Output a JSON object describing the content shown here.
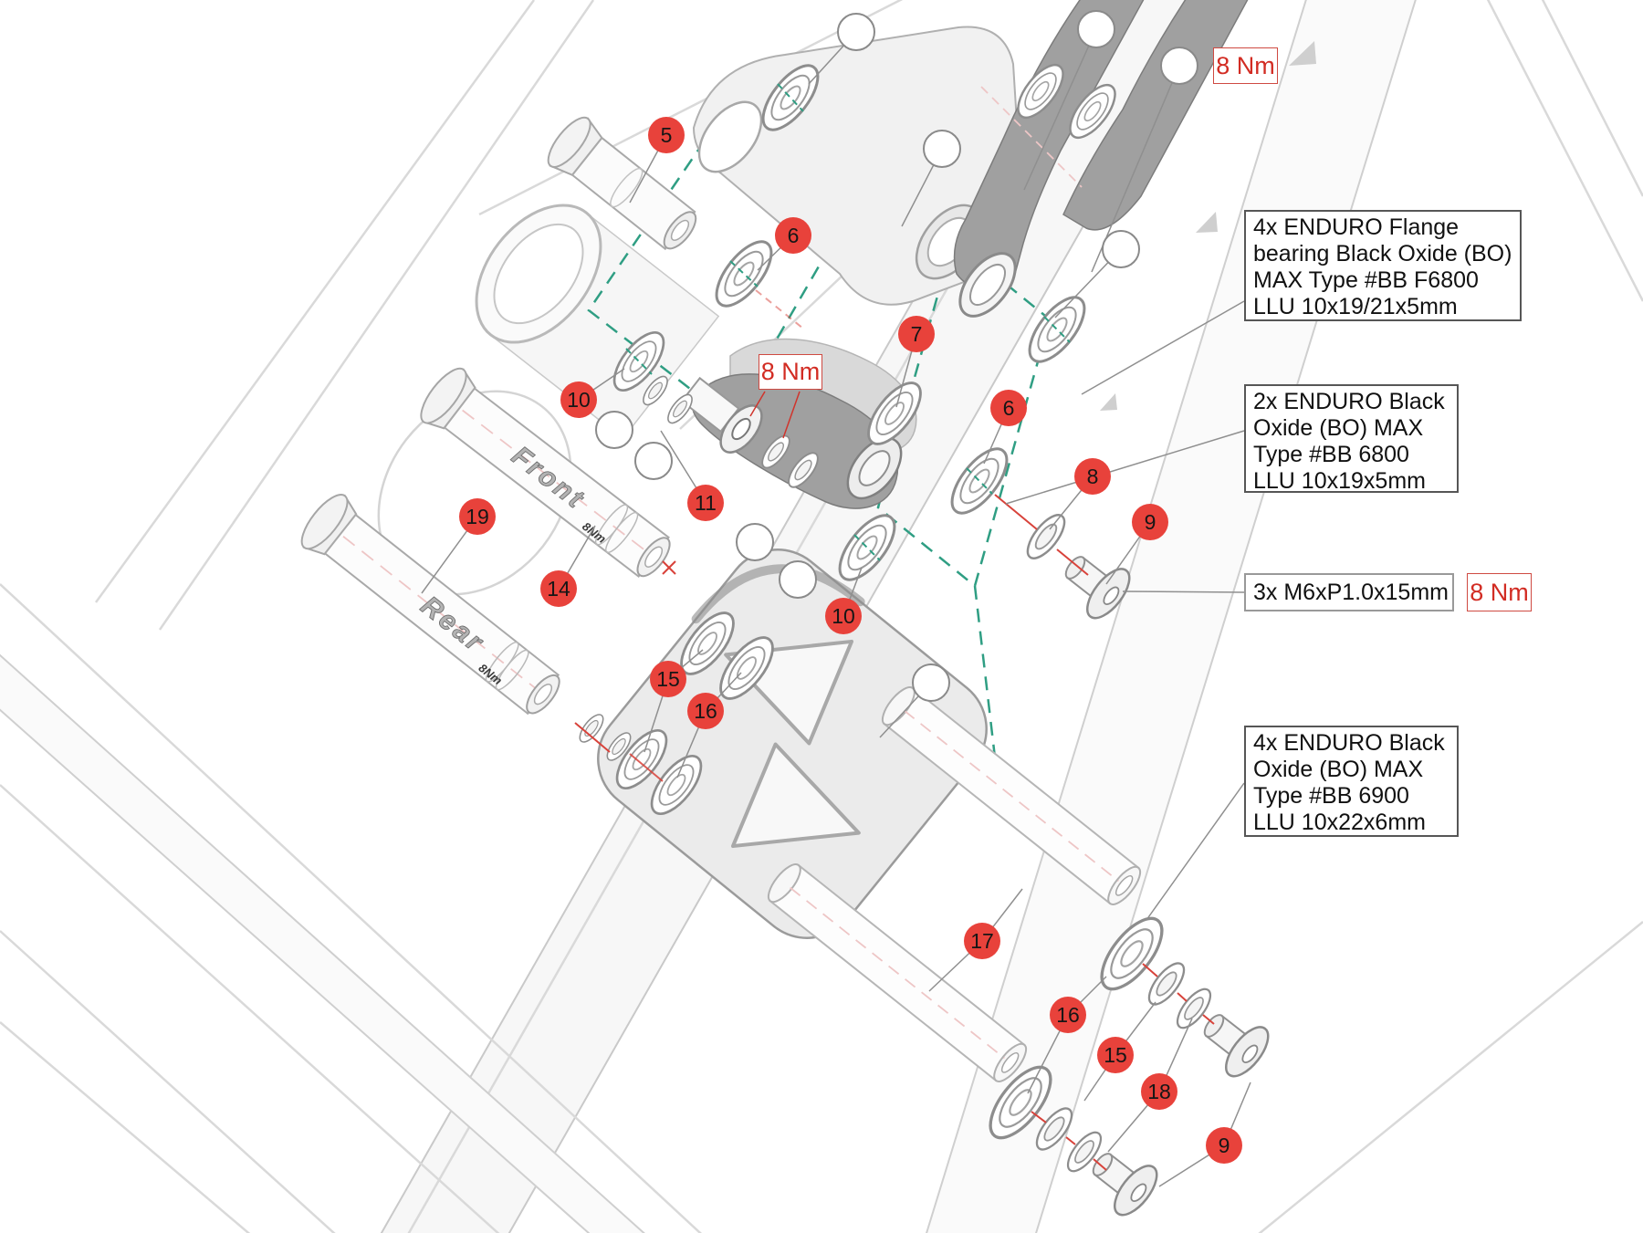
{
  "figure": {
    "type": "exploded-parts-diagram",
    "colors": {
      "callout_red": "#E8423B",
      "torque_red": "#D22C23",
      "teal_dash": "#2F9E83",
      "leader_gray": "#8F8F8F"
    }
  },
  "torque": {
    "top_right": "8 Nm",
    "center": "8 Nm",
    "screws": "8 Nm"
  },
  "notes": {
    "flange": {
      "l1": "4x ENDURO Flange",
      "l2": "bearing Black Oxide (BO)",
      "l3": "MAX Type #BB F6800",
      "l4": "LLU 10x19/21x5mm"
    },
    "bb6800": {
      "l1": "2x ENDURO Black",
      "l2": "Oxide (BO) MAX",
      "l3": "Type #BB 6800",
      "l4": "LLU 10x19x5mm"
    },
    "screw": {
      "l1": "3x M6xP1.0x15mm"
    },
    "bb6900": {
      "l1": "4x ENDURO Black",
      "l2": "Oxide (BO) MAX",
      "l3": "Type #BB 6900",
      "l4": "LLU 10x22x6mm"
    }
  },
  "axles": {
    "front": "Front",
    "front_torque": "8Nm",
    "rear": "Rear",
    "rear_torque": "8Nm"
  },
  "callouts": [
    {
      "n": "5"
    },
    {
      "n": "6"
    },
    {
      "n": "7"
    },
    {
      "n": "6"
    },
    {
      "n": "8"
    },
    {
      "n": "9"
    },
    {
      "n": "10"
    },
    {
      "n": "11"
    },
    {
      "n": "14"
    },
    {
      "n": "19"
    },
    {
      "n": "15"
    },
    {
      "n": "16"
    },
    {
      "n": "10"
    },
    {
      "n": "17"
    },
    {
      "n": "16"
    },
    {
      "n": "15"
    },
    {
      "n": "18"
    },
    {
      "n": "9"
    }
  ]
}
